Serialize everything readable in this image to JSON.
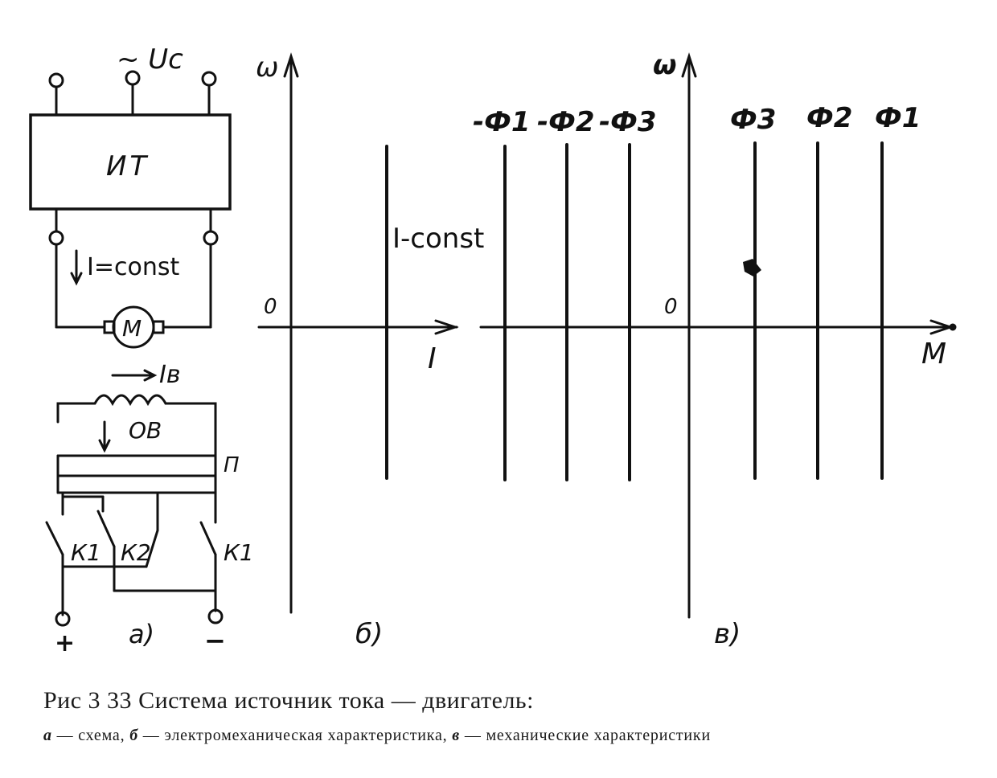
{
  "figure": {
    "schematic": {
      "supply_label": "~ Uc",
      "source_label": "ИТ",
      "current_label": "I=const",
      "motor_label": "M",
      "field_current_label": "Iв",
      "field_winding_label": "ОВ",
      "switch_label": "П",
      "contact_k1_left": "К1",
      "contact_k2": "К2",
      "contact_k1_right": "К1",
      "terminal_plus": "+",
      "terminal_minus": "−",
      "panel_label": "а)"
    },
    "electromechanical": {
      "y_axis_label": "ω",
      "x_axis_label": "I",
      "origin_label": "0",
      "characteristic_label": "I-const",
      "panel_label": "б)"
    },
    "mechanical": {
      "y_axis_label": "ω",
      "x_axis_label": "M",
      "origin_label": "0",
      "negative_flux_labels": [
        "-Ф1",
        "-Ф2",
        "-Ф3"
      ],
      "positive_flux_labels": [
        "Ф3",
        "Ф2",
        "Ф1"
      ],
      "panel_label": "в)"
    }
  },
  "caption": {
    "number": "Рис 3 33",
    "title": "Система источник тока — двигатель:",
    "a_key": "а",
    "a_text": " — схема, ",
    "b_key": "б",
    "b_text": " — электромеханическая характеристика, ",
    "c_key": "в",
    "c_text": " — механические характеристики"
  }
}
